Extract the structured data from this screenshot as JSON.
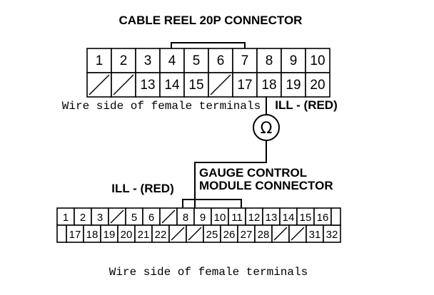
{
  "top_connector": {
    "title": "CABLE REEL 20P CONNECTOR",
    "row1": [
      "1",
      "2",
      "3",
      "4",
      "5",
      "6",
      "7",
      "8",
      "9",
      "10"
    ],
    "row2": [
      "",
      "",
      "13",
      "14",
      "15",
      "",
      "17",
      "18",
      "19",
      "20"
    ],
    "caption": "Wire side of female terminals"
  },
  "wire": {
    "top_label": "ILL - (RED)",
    "meter_symbol": "Ω",
    "bottom_label": "ILL - (RED)"
  },
  "bottom_connector": {
    "title_line1": "GAUGE CONTROL",
    "title_line2": "MODULE CONNECTOR",
    "row1": [
      "1",
      "2",
      "3",
      "",
      "5",
      "6",
      "",
      "8",
      "9",
      "10",
      "11",
      "12",
      "13",
      "14",
      "15",
      "16"
    ],
    "row2": [
      "17",
      "18",
      "19",
      "20",
      "21",
      "22",
      "",
      "",
      "25",
      "26",
      "27",
      "28",
      "",
      "",
      "31",
      "32"
    ],
    "caption": "Wire side of female terminals"
  }
}
